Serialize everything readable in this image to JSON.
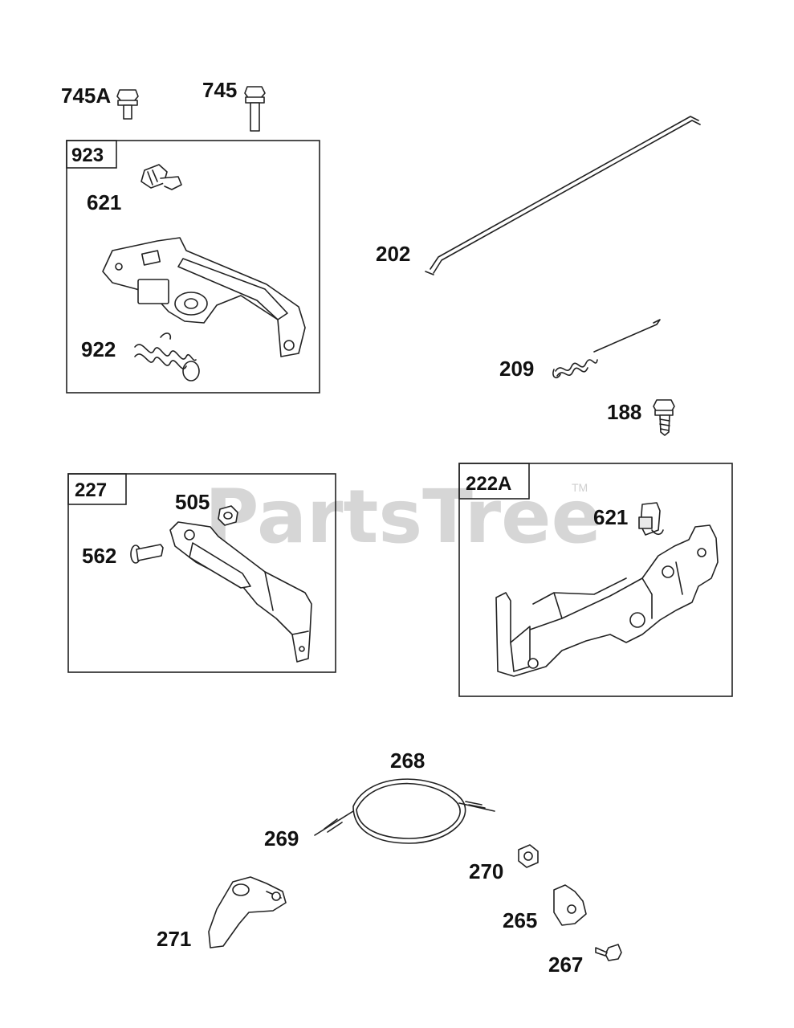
{
  "watermark": {
    "text": "PartsTree",
    "trademark": "TM"
  },
  "groups": [
    {
      "id": "g923",
      "label": "923"
    },
    {
      "id": "g227",
      "label": "227"
    },
    {
      "id": "g222a",
      "label": "222A"
    }
  ],
  "parts": [
    {
      "id": "p745a",
      "label": "745A"
    },
    {
      "id": "p745",
      "label": "745"
    },
    {
      "id": "p621a",
      "label": "621"
    },
    {
      "id": "p922",
      "label": "922"
    },
    {
      "id": "p202",
      "label": "202"
    },
    {
      "id": "p209",
      "label": "209"
    },
    {
      "id": "p188",
      "label": "188"
    },
    {
      "id": "p505",
      "label": "505"
    },
    {
      "id": "p562",
      "label": "562"
    },
    {
      "id": "p621b",
      "label": "621"
    },
    {
      "id": "p268",
      "label": "268"
    },
    {
      "id": "p269",
      "label": "269"
    },
    {
      "id": "p270",
      "label": "270"
    },
    {
      "id": "p265",
      "label": "265"
    },
    {
      "id": "p271",
      "label": "271"
    },
    {
      "id": "p267",
      "label": "267"
    }
  ]
}
